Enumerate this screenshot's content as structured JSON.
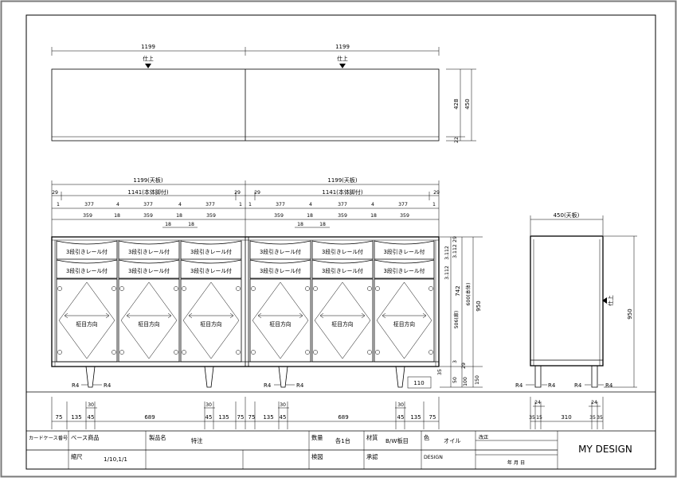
{
  "top_view": {
    "width_left": "1199",
    "width_right": "1199",
    "finish_left": "仕上",
    "finish_right": "仕上",
    "depth_main": "428",
    "depth_total": "450",
    "depth_small": "22"
  },
  "front_view": {
    "top_width_left": "1199(天板)",
    "top_width_right": "1199(天板)",
    "body_width_left": "1141(本体脚付)",
    "body_width_right": "1141(本体脚付)",
    "overhang": "29",
    "row_377": [
      "1",
      "377",
      "4",
      "377",
      "4",
      "377",
      "1"
    ],
    "row_359": [
      "359",
      "18",
      "359",
      "18",
      "359"
    ],
    "mid_18": "18",
    "drawer_label": "3段引きレール付",
    "grain_label": "柾目方向",
    "leg_r4": "R4",
    "bottom_dims": [
      "75",
      "135",
      "45",
      "689",
      "45",
      "135",
      "75"
    ],
    "leg_30": "30",
    "leg_110": "110",
    "height_dims": {
      "top": "29",
      "drawer_a": "3.112",
      "drawer_b": "3.112",
      "drawer_c": "3.112",
      "body": "742",
      "door": "506(扉)",
      "body_sub": "600(本体)",
      "total": "950",
      "base_small": "3",
      "base_29": "29",
      "base_35": "35",
      "plinth": "50",
      "leg": "100",
      "leg_total": "150"
    }
  },
  "side_view": {
    "top_width": "450(天板)",
    "finish": "仕上",
    "total_height": "950",
    "r4": "R4",
    "leg_24": "24",
    "leg_24b": "24",
    "bottom_dims": [
      "35",
      "15",
      "310",
      "35",
      "35"
    ]
  },
  "title_block": {
    "card_case_no_label": "カードケース番号",
    "base_product_label": "ベース商品",
    "product_name_label": "製品名",
    "product_name_value": "特注",
    "quantity_label": "数量",
    "quantity_value": "各1台",
    "material_label": "材質",
    "material_value": "B/W板目",
    "color_label": "色",
    "color_value": "オイル",
    "revision_label": "改正",
    "scale_label": "縮尺",
    "scale_value": "1/10,1/1",
    "check_label": "検図",
    "approval_label": "承認",
    "design_label": "DESIGN",
    "date_label": "年 月 日",
    "company": "MY DESIGN"
  }
}
